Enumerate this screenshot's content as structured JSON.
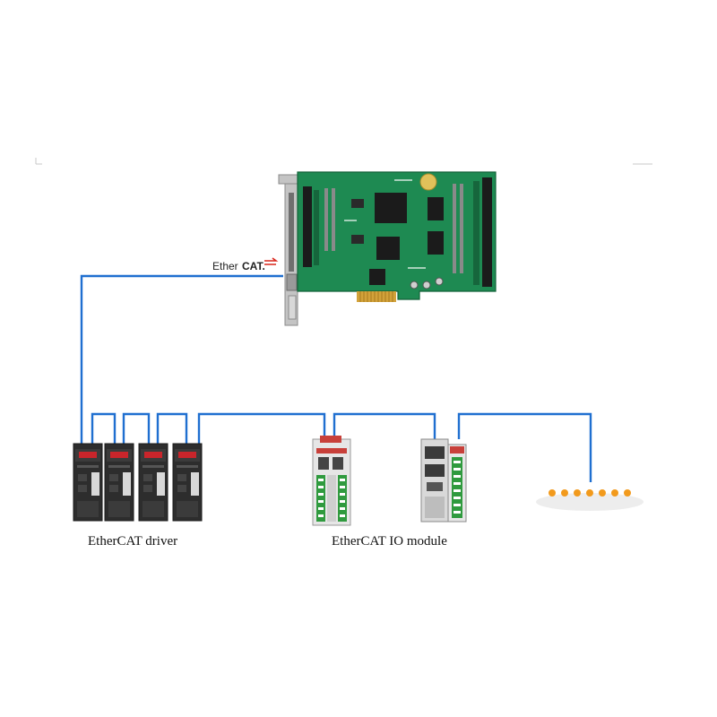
{
  "logo": {
    "prefix": "Ether",
    "suffix": "CAT."
  },
  "labels": {
    "driver": "EtherCAT driver",
    "io_module": "EtherCAT IO module"
  },
  "colors": {
    "wire": "#1f6fd0",
    "pcb": "#1e8a52",
    "pcb_dark": "#16663c",
    "chip": "#1b1b1b",
    "bracket": "#b8b8b8",
    "gold": "#d2a23a",
    "drive_body": "#2d2d2d",
    "drive_face": "#3b3b3b",
    "drive_display": "#c9252b",
    "io_body": "#e6e6e6",
    "io_green": "#2f9a3e",
    "io_red": "#c8403a",
    "more_dots": "#f29a1c",
    "logo_red": "#d9261c"
  },
  "icons": {
    "card": "ethercat-master-card-icon",
    "drive": "servo-drive-icon",
    "io": "io-module-icon",
    "more": "more-devices-dots-icon"
  }
}
